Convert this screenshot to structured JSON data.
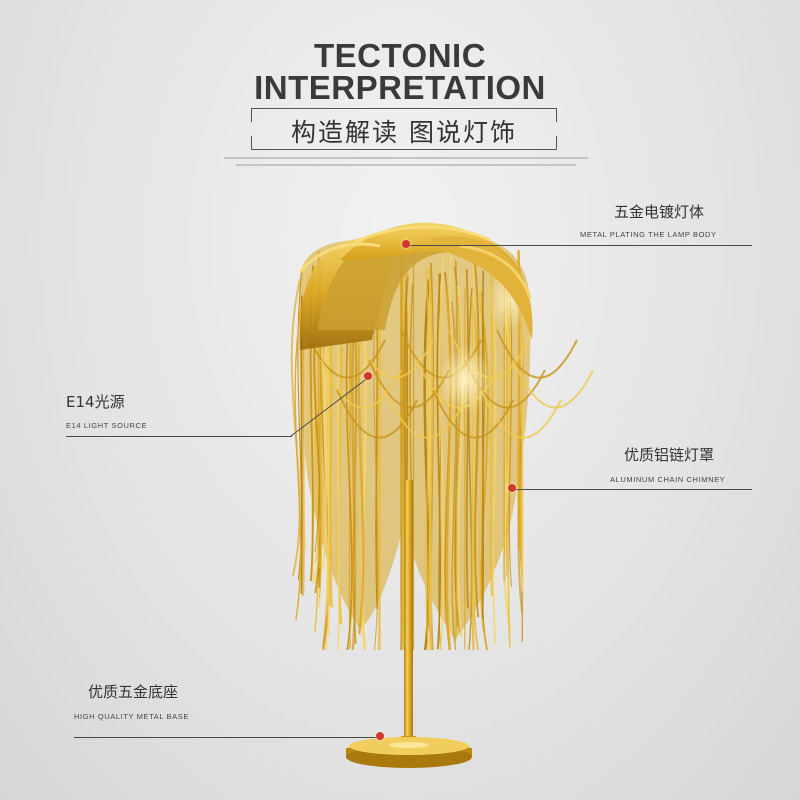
{
  "header": {
    "title_line1": "TECTONIC",
    "title_line2": "INTERPRETATION",
    "title_cn": "构造解读 图说灯饰"
  },
  "callouts": [
    {
      "id": "lamp-body",
      "label_cn": "五金电镀灯体",
      "label_en": "METAL PLATING THE LAMP BODY"
    },
    {
      "id": "light-source",
      "label_cn": "E14光源",
      "label_en": "E14 LIGHT SOURCE"
    },
    {
      "id": "chain-chimney",
      "label_cn": "优质铝链灯罩",
      "label_en": "ALUMINUM CHAIN CHIMNEY"
    },
    {
      "id": "metal-base",
      "label_cn": "优质五金底座",
      "label_en": "HIGH QUALITY METAL BASE"
    }
  ],
  "colors": {
    "background": "#e4e4e4",
    "gold": "#d9a520",
    "gold_dark": "#a8770e",
    "gold_light": "#f6d566",
    "dot": "#d0392a",
    "line": "#4a4a4a"
  }
}
